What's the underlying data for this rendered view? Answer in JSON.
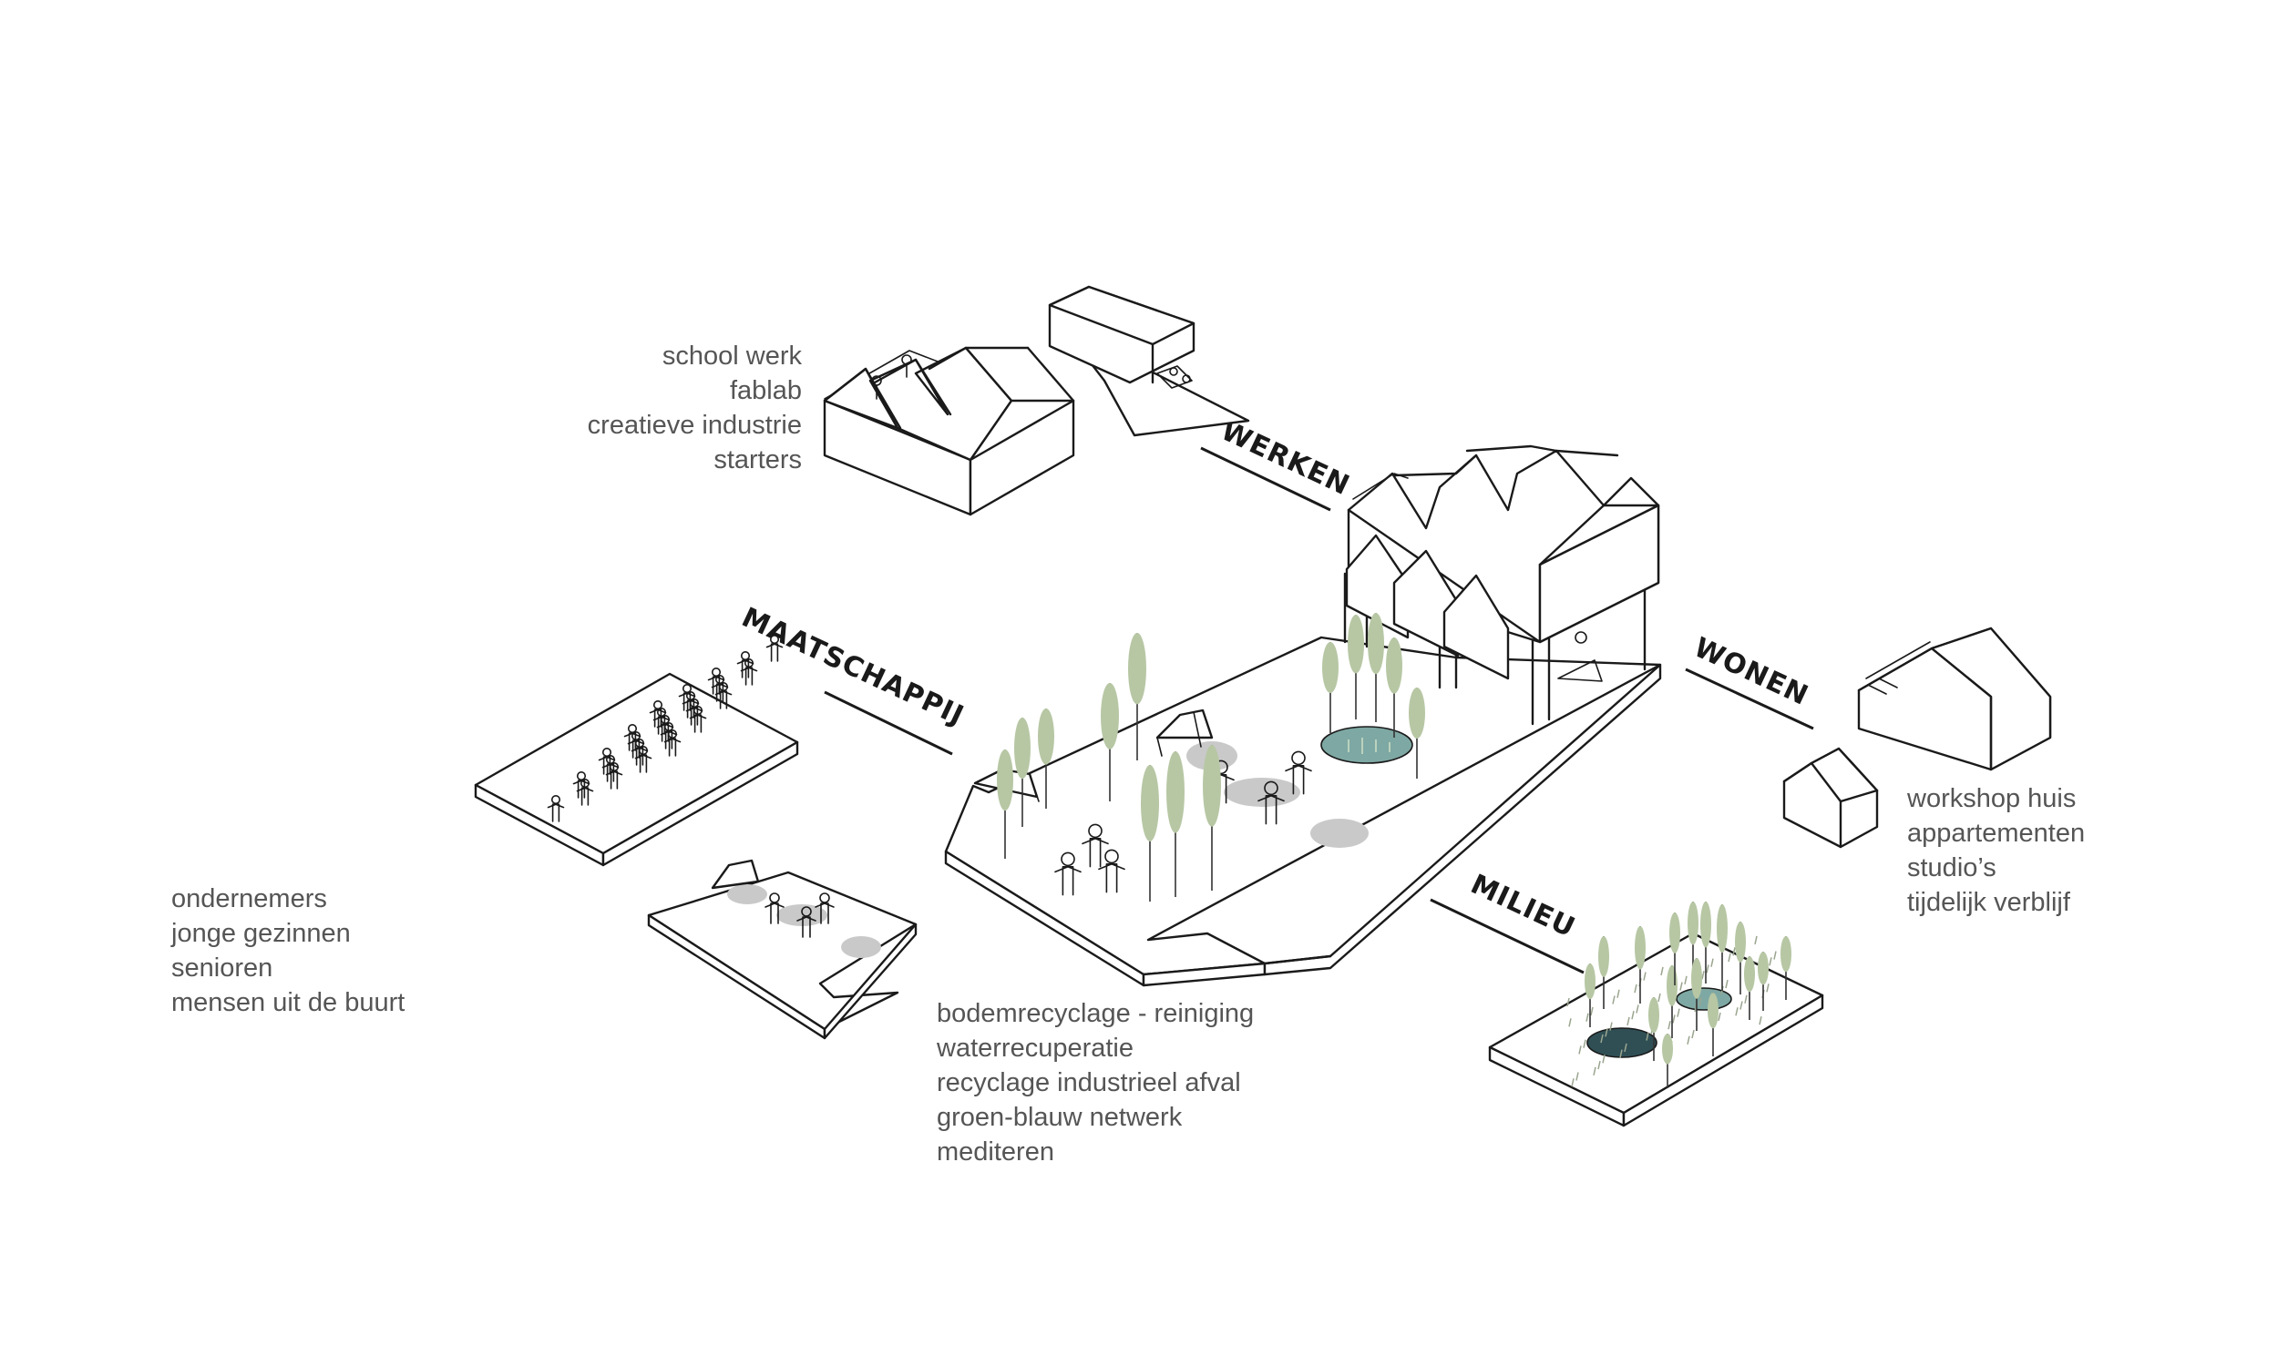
{
  "labels": {
    "werken": "WERKEN",
    "wonen": "WONEN",
    "maatschappij": "MAATSCHAPPIJ",
    "milieu": "MILIEU"
  },
  "lists": {
    "werken": [
      "school werk",
      "fablab",
      "creatieve industrie",
      "starters"
    ],
    "wonen": [
      "workshop huis",
      "appartementen",
      "studio’s",
      "tijdelijk verblijf"
    ],
    "maatschappij": [
      "ondernemers",
      "jonge gezinnen",
      "senioren",
      "mensen uit de buurt"
    ],
    "milieu": [
      "bodemrecyclage - reiniging",
      "waterrecuperatie",
      "recyclage industrieel afval",
      "groen-blauw netwerk",
      "mediteren"
    ]
  },
  "icons": [
    "building-icon",
    "house-icon",
    "tree-icon",
    "person-icon",
    "pond-icon",
    "tent-icon"
  ],
  "colors": {
    "ink": "#1a1a1a",
    "text": "#555555",
    "tree": "#b7c7a4",
    "pond": "#7ea8a3",
    "pond_dark": "#2f4f55",
    "blob": "#c9c9c9"
  }
}
